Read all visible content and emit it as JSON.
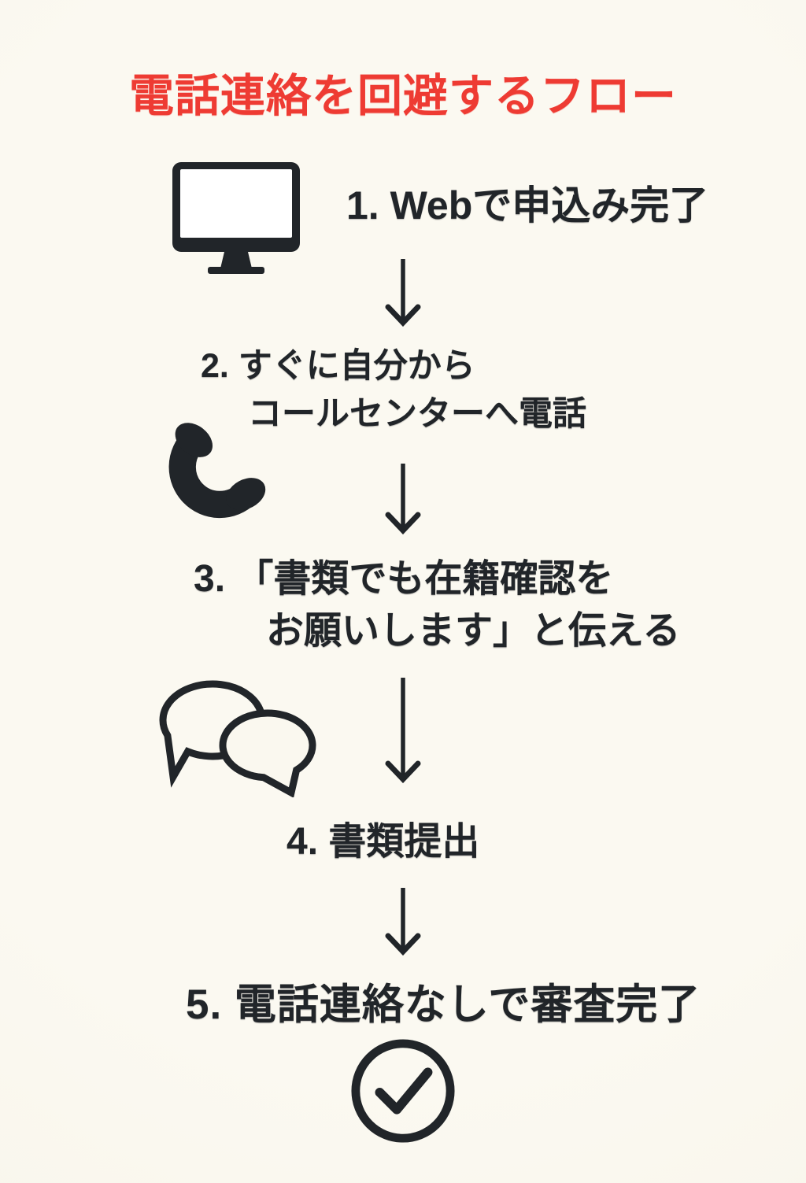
{
  "title": "電話連絡を回避するフロー",
  "colors": {
    "background": "#faf8ef",
    "ink": "#212529",
    "title_red": "#ee3b33",
    "screen_white": "#ffffff"
  },
  "flow": {
    "connector": "down-arrow",
    "steps": [
      {
        "icon": "monitor-icon",
        "lines": [
          "1. Webで申込み完了"
        ]
      },
      {
        "icon": "phone-icon",
        "lines": [
          "2. すぐに自分から",
          "コールセンターへ電話"
        ]
      },
      {
        "icon": "chat-bubbles-icon",
        "lines": [
          "3. 「書類でも在籍確認を",
          "お願いします」と伝える"
        ]
      },
      {
        "icon": "",
        "lines": [
          "4. 書類提出"
        ]
      },
      {
        "icon": "check-circle-icon",
        "lines": [
          "5. 電話連絡なしで審査完了"
        ]
      }
    ]
  }
}
